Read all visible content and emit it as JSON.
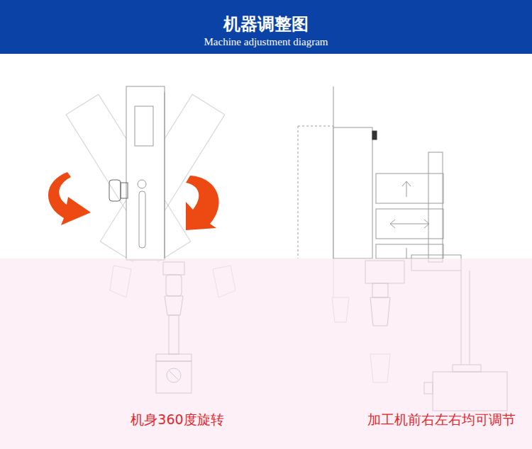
{
  "diagram": {
    "title": "机器调整图",
    "labels": [
      "Machine adjustment diagram",
      "机身360度旋转",
      "加工机前右左右均可调节"
    ]
  }
}
